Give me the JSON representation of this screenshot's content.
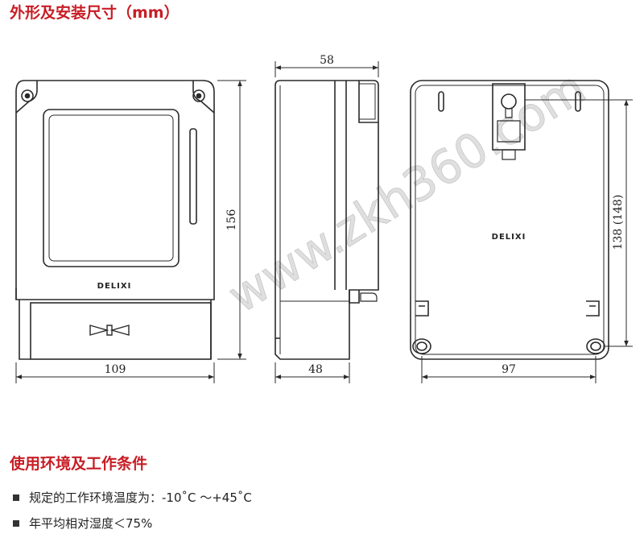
{
  "sections": {
    "dimensions_title": "外形及安装尺寸（mm）",
    "conditions_title": "使用环境及工作条件"
  },
  "dimensions": {
    "front_width": "109",
    "front_height": "156",
    "side_depth_top": "58",
    "side_depth_bottom": "48",
    "back_hole_spacing": "97",
    "back_height": "138 (148)"
  },
  "brand_label": "DELIXI",
  "watermark": "www.zkh360.com",
  "conditions": [
    "规定的工作环境温度为：-10˚C ～+45˚C",
    "年平均相对湿度＜75%"
  ],
  "colors": {
    "heading": "#c81d25",
    "line": "#2a2a2a",
    "watermark": "#cfcfcf"
  }
}
